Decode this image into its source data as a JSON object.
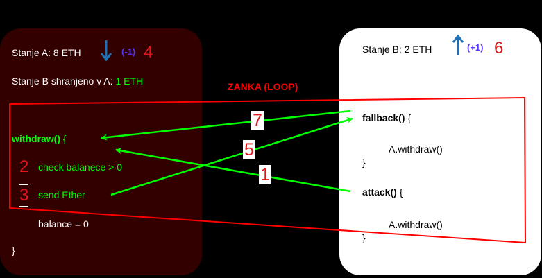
{
  "contract_a": {
    "balance_label": "Stanje A: 8 ETH",
    "delta": "(-1)",
    "delta_step": "4",
    "stored_label": "Stanje B shranjeno v A: ",
    "stored_value": "1 ETH",
    "withdraw_header": "withdraw()",
    "withdraw_brace": " {",
    "check_step": "2",
    "check_line": "check balanece > 0",
    "send_step": "3",
    "send_line": "send Ether",
    "balance_line": "balance = 0",
    "close_brace": "}"
  },
  "contract_b": {
    "balance_label": "Stanje B: 2 ETH",
    "delta": "(+1)",
    "delta_step": "6",
    "fallback_header": "fallback()",
    "fallback_brace": " {",
    "fallback_call": "A.withdraw()",
    "fallback_close": "}",
    "attack_header": "attack()",
    "attack_brace": " {",
    "attack_call": "A.withdraw()",
    "attack_close": "}"
  },
  "loop_label": "ZANKA (LOOP)",
  "arrow_steps": {
    "callback": "7",
    "send": "5",
    "attack": "1"
  },
  "colors": {
    "panel_a": "#330000",
    "panel_b": "#ffffff",
    "loop": "#ff0000",
    "arrow": "#00ff00",
    "down_arrow": "#1e6fb5",
    "up_arrow": "#1e6fb5",
    "step_number": "#e0161b",
    "delta_text": "#5533ff"
  },
  "icons": [
    "arrow-down-icon",
    "arrow-up-icon"
  ]
}
